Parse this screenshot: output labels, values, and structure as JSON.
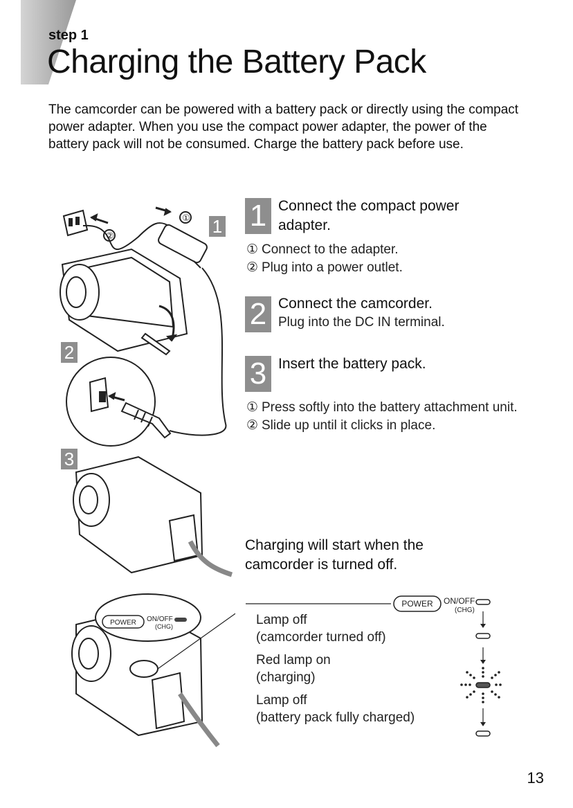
{
  "header": {
    "step_label": "step 1",
    "title": "Charging the Battery Pack"
  },
  "intro": "The camcorder can be powered with a battery pack or directly using the compact power adapter. When you use the compact power adapter, the power of the battery pack will not be consumed. Charge the battery pack before use.",
  "figure_badges": [
    "1",
    "2",
    "3"
  ],
  "figure_callouts": [
    "①",
    "②"
  ],
  "steps": [
    {
      "number": "1",
      "title": "Connect the compact power adapter.",
      "items": [
        {
          "mark": "①",
          "text": "Connect to the adapter."
        },
        {
          "mark": "②",
          "text": "Plug into a power outlet."
        }
      ]
    },
    {
      "number": "2",
      "title": "Connect the camcorder.",
      "text": "Plug into the DC IN terminal."
    },
    {
      "number": "3",
      "title": "Insert the battery pack.",
      "items": [
        {
          "mark": "①",
          "text": "Press softly into the battery attachment unit."
        },
        {
          "mark": "②",
          "text": "Slide up until it clicks in place."
        }
      ]
    }
  ],
  "charging_note": "Charging will start when the camcorder is turned off.",
  "power_switch": {
    "power_label": "POWER",
    "onoff_label": "ON/OFF",
    "chg_label": "(CHG)"
  },
  "lamp_states": [
    {
      "title": "Lamp off",
      "detail": "(camcorder turned off)"
    },
    {
      "title": "Red lamp on",
      "detail": "(charging)"
    },
    {
      "title": "Lamp off",
      "detail": "(battery pack fully charged)"
    }
  ],
  "page_number": "13"
}
